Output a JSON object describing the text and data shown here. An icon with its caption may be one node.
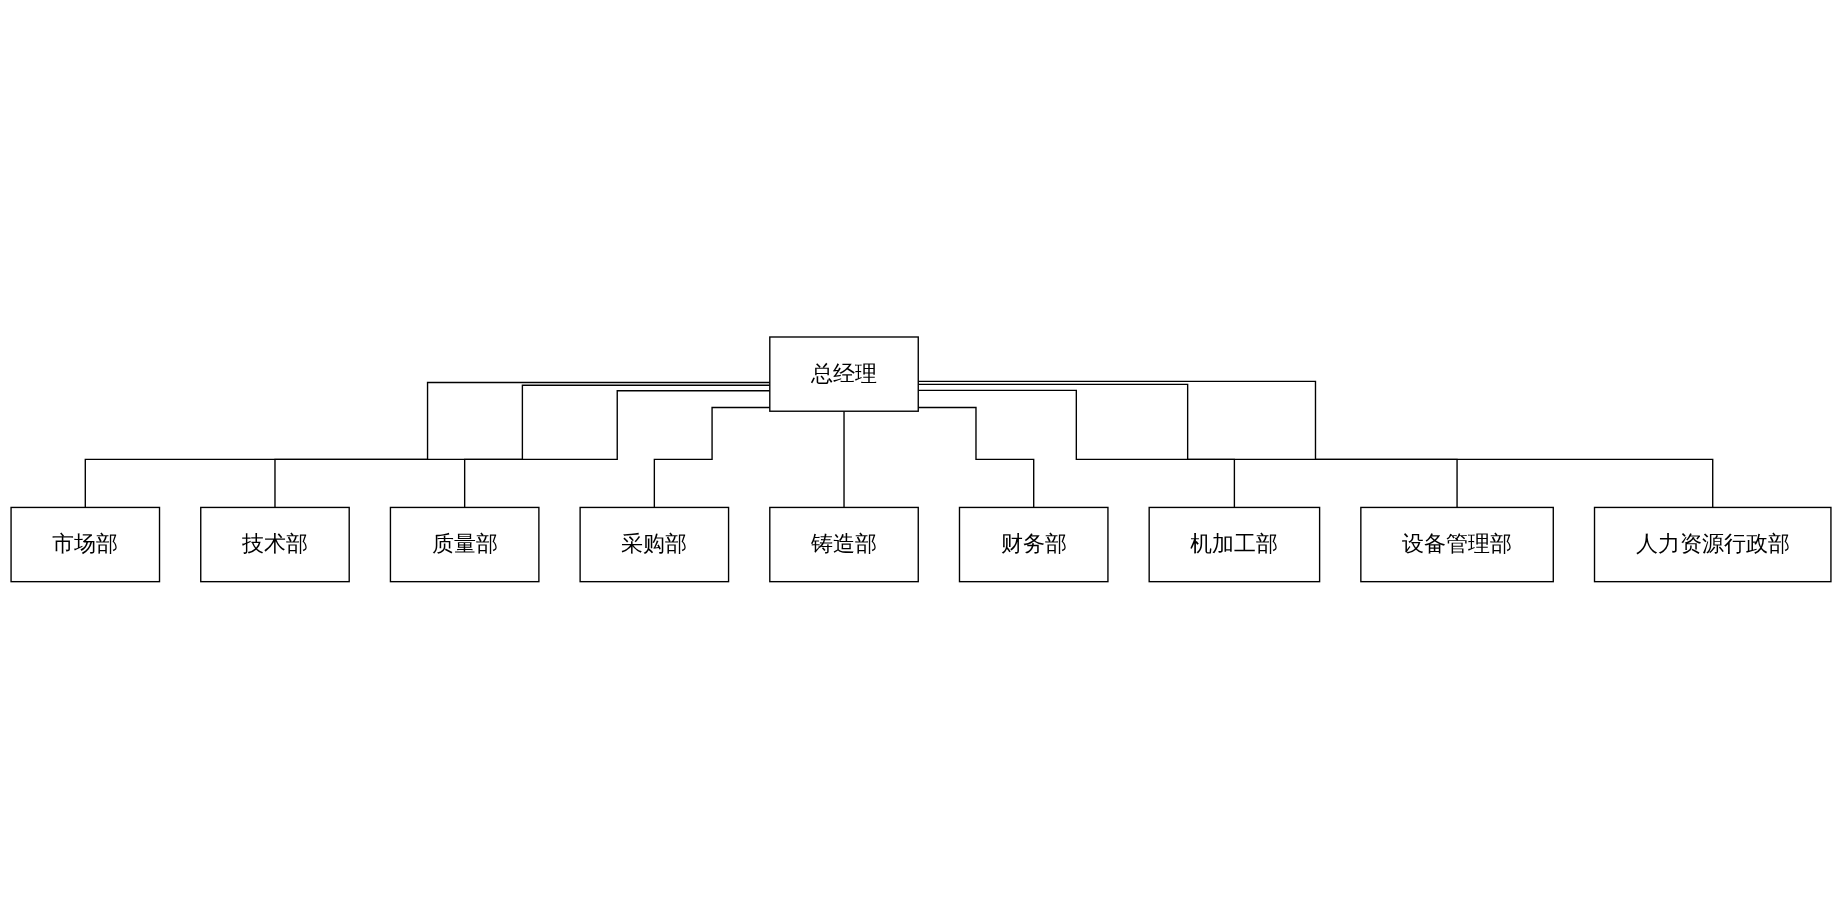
{
  "diagram": {
    "nodes": [
      {
        "text": [
          "总经理"
        ]
      },
      {
        "text": [
          "市场部"
        ]
      },
      {
        "text": [
          "技术部"
        ]
      },
      {
        "text": [
          "质量部"
        ]
      },
      {
        "text": [
          "采购部"
        ]
      },
      {
        "text": [
          "铸造部"
        ]
      },
      {
        "text": [
          "财务部"
        ]
      },
      {
        "text": [
          "机加工部"
        ]
      },
      {
        "text": [
          "设备管理部"
        ]
      },
      {
        "text": [
          "人力资源行政部"
        ]
      }
    ],
    "edges": [
      {
        "from": 0,
        "to": 1,
        "arrow": "none"
      },
      {
        "from": 0,
        "to": 2,
        "arrow": "none"
      },
      {
        "from": 0,
        "to": 3,
        "arrow": "none"
      },
      {
        "from": 0,
        "to": 4,
        "arrow": "none"
      },
      {
        "from": 0,
        "to": 5,
        "arrow": "none"
      },
      {
        "from": 0,
        "to": 6,
        "arrow": "none"
      },
      {
        "from": 0,
        "to": 7,
        "arrow": "none"
      },
      {
        "from": 0,
        "to": 8,
        "arrow": "none"
      },
      {
        "from": 0,
        "to": 9,
        "arrow": "none"
      }
    ]
  }
}
